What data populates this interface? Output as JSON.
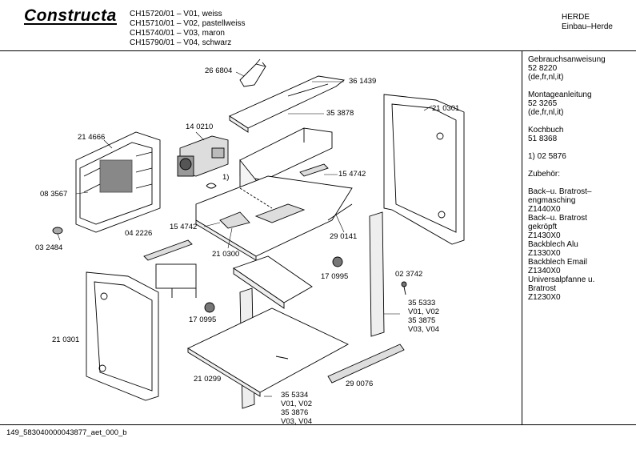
{
  "header": {
    "brand": "Constructa",
    "models": [
      "CH15720/01 – V01, weiss",
      "CH15710/01 – V02, pastellweiss",
      "CH15740/01 – V03, maron",
      "CH15790/01 – V04, schwarz"
    ],
    "category_line1": "HERDE",
    "category_line2": "Einbau–Herde"
  },
  "sidebar": {
    "lines": [
      "Gebrauchsanweisung",
      "52 8220",
      "(de,fr,nl,it)",
      "",
      "Montageanleitung",
      "52 3265",
      "(de,fr,nl,it)",
      "",
      "Kochbuch",
      "51 8368",
      "",
      "1) 02 5876",
      "",
      "Zubehör:",
      "",
      "Back–u. Bratrost–",
      "engmasching",
      "Z1440X0",
      "Back–u. Bratrost",
      "gekröpft",
      "Z1430X0",
      "Backblech Alu",
      "Z1330X0",
      "Backblech Email",
      "Z1340X0",
      "Universalpfanne u.",
      "Bratrost",
      "Z1230X0"
    ]
  },
  "labels": {
    "p268804": "26 6804",
    "p361439": "36 1439",
    "p353878": "35 3878",
    "p140210": "14 0210",
    "p210301a": "21 0301",
    "p214666": "21 4666",
    "p1": "1)",
    "p154742a": "15 4742",
    "p083567": "08 3567",
    "p154742b": "15 4742",
    "p290141": "29 0141",
    "p032484": "03 2484",
    "p042226": "04 2226",
    "p210300": "21 0300",
    "p170995a": "17 0995",
    "p023742": "02 3742",
    "p355333": "35 5333",
    "p355333v": "V01, V02",
    "p353875": "35 3875",
    "p353875v": "V03, V04",
    "p170995b": "17 0995",
    "p210301b": "21 0301",
    "p210299": "21 0299",
    "p290076": "29 0076",
    "p355334": "35 5334",
    "p355334v": "V01, V02",
    "p353876": "35 3876",
    "p353876v": "V03, V04"
  },
  "footer": {
    "code": "149_583040000043877_aet_000_b"
  }
}
